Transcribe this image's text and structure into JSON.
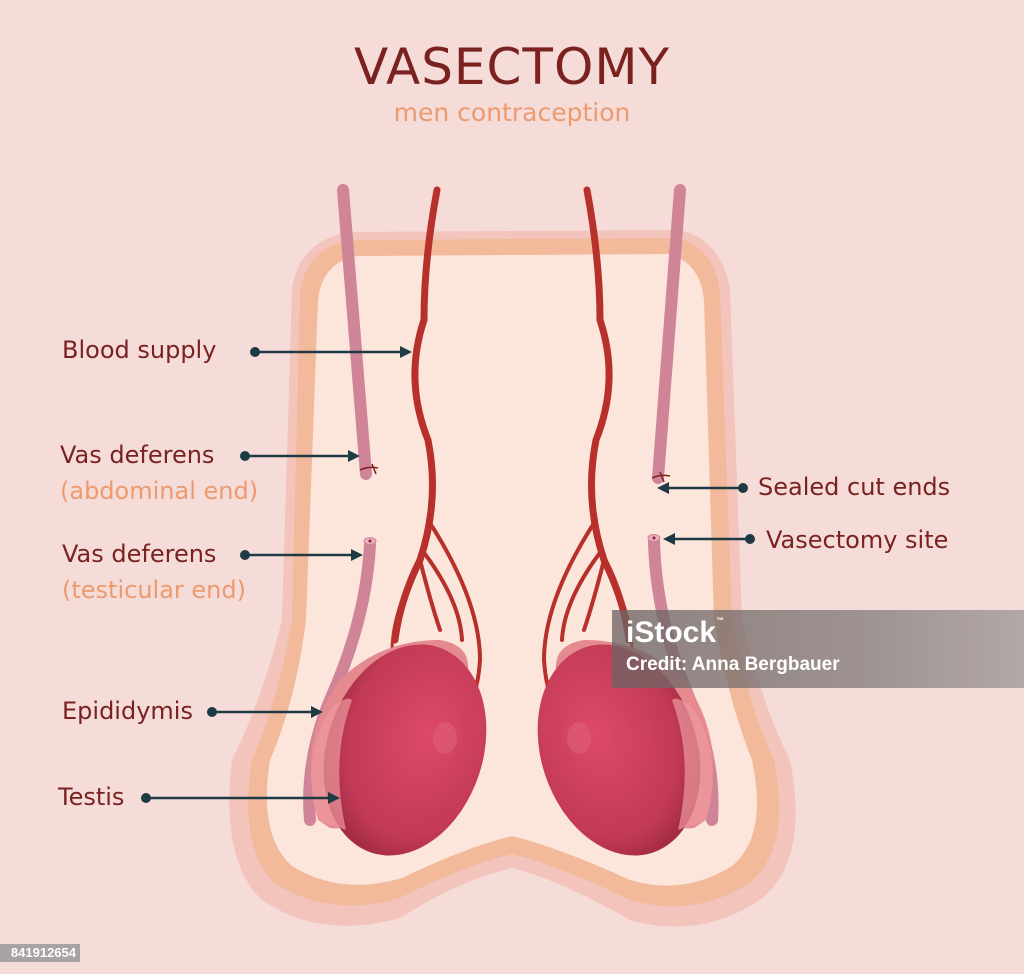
{
  "header": {
    "title": "VASECTOMY",
    "subtitle": "men contraception"
  },
  "labels": {
    "left": [
      {
        "id": "blood-supply",
        "text": "Blood supply"
      },
      {
        "id": "vas-deferens-abdominal",
        "text": "Vas deferens",
        "subtext": "(abdominal end)"
      },
      {
        "id": "vas-deferens-testicular",
        "text": "Vas deferens",
        "subtext": "(testicular end)"
      },
      {
        "id": "epididymis",
        "text": "Epididymis"
      },
      {
        "id": "testis",
        "text": "Testis"
      }
    ],
    "right": [
      {
        "id": "sealed-cut-ends",
        "text": "Sealed cut ends"
      },
      {
        "id": "vasectomy-site",
        "text": "Vasectomy site"
      }
    ]
  },
  "watermark": {
    "logo": "iStock",
    "tm": "™",
    "credit": "Credit: Anna Bergbauer"
  },
  "stock_id": "841912654",
  "colors": {
    "background": "#f5dcd8",
    "title": "#7a2220",
    "subtitle": "#ec9a6e",
    "skin_outer": "#f3c4bc",
    "skin_border": "#f3b99b",
    "skin_inner": "#fce6dc",
    "vas_deferens": "#cf8497",
    "artery": "#b8302c",
    "testis": "#c73b57",
    "epididymis": "#e58a8e",
    "pointer": "#1e3a44"
  }
}
